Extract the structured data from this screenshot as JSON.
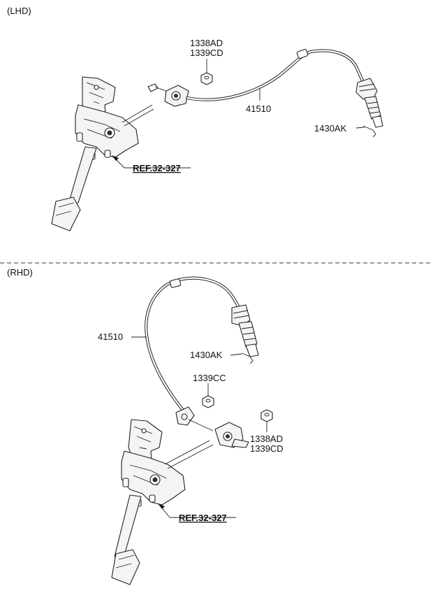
{
  "sections": {
    "lhd": {
      "title": "(LHD)",
      "labels": {
        "nut_1": "1338AD",
        "nut_2": "1339CD",
        "cable": "41510",
        "clip": "1430AK",
        "ref": "REF.32-327"
      }
    },
    "rhd": {
      "title": "(RHD)",
      "labels": {
        "cable": "41510",
        "clip": "1430AK",
        "bolt": "1339CC",
        "nut_1": "1338AD",
        "nut_2": "1339CD",
        "ref": "REF.32-327"
      }
    }
  }
}
